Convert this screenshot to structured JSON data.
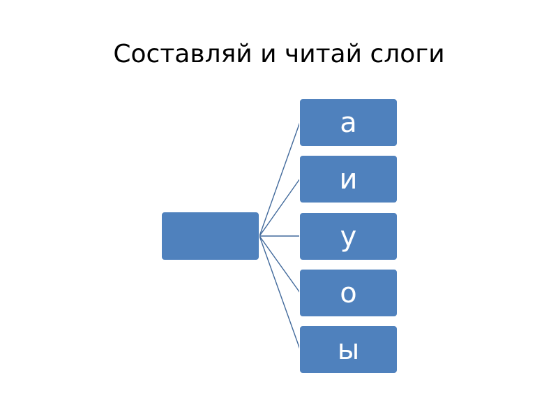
{
  "title": "Составляй и читай слоги",
  "root": {
    "label": ""
  },
  "children": [
    {
      "label": "а"
    },
    {
      "label": "и"
    },
    {
      "label": "у"
    },
    {
      "label": "о"
    },
    {
      "label": "ы"
    }
  ],
  "colors": {
    "box_fill": "#4f81bd",
    "box_border": "#ffffff",
    "connector": "#41699b",
    "text_on_box": "#ffffff",
    "title": "#000000"
  }
}
